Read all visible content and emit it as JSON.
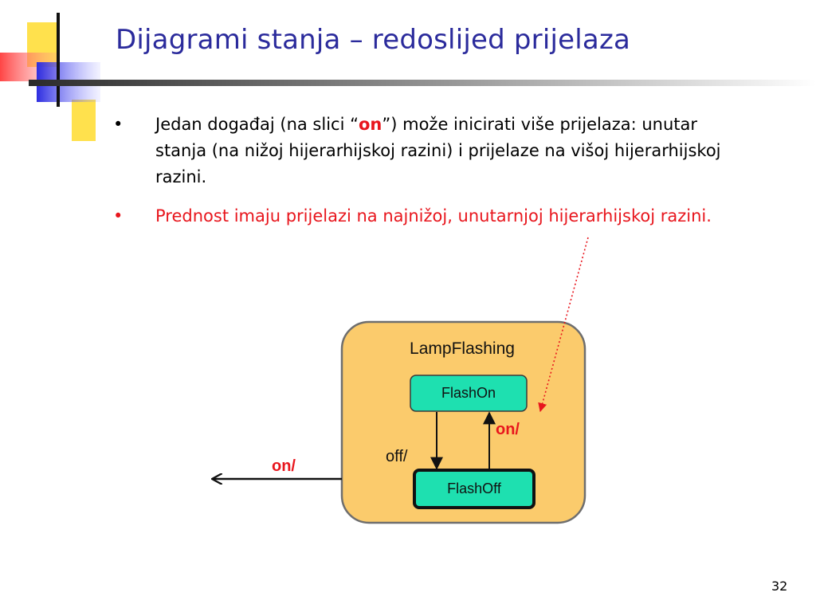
{
  "slide": {
    "title": "Dijagrami stanja – redoslijed prijelaza",
    "page_number": "32"
  },
  "bullets": [
    {
      "pre": "Jedan događaj (na slici “",
      "highlight": "on",
      "post": "”) može inicirati više prijelaza: unutar stanja (na nižoj hijerarhijskoj razini) i prijelaze na višoj hijerarhijskoj razini."
    },
    {
      "text": "Prednost imaju prijelazi na najnižoj, unutarnjoj hijerarhijskoj razini."
    }
  ],
  "diagram": {
    "superstate_label": "LampFlashing",
    "state_top_label": "FlashOn",
    "state_bottom_label": "FlashOff",
    "transition_off_label": "off/",
    "transition_on_inner_label": "on/",
    "transition_on_outer_label": "on/",
    "colors": {
      "superstate_fill": "#fbcb6c",
      "state_fill": "#1ee0b0",
      "highlight_red": "#e8161d",
      "title_blue": "#2b2b9c"
    }
  }
}
